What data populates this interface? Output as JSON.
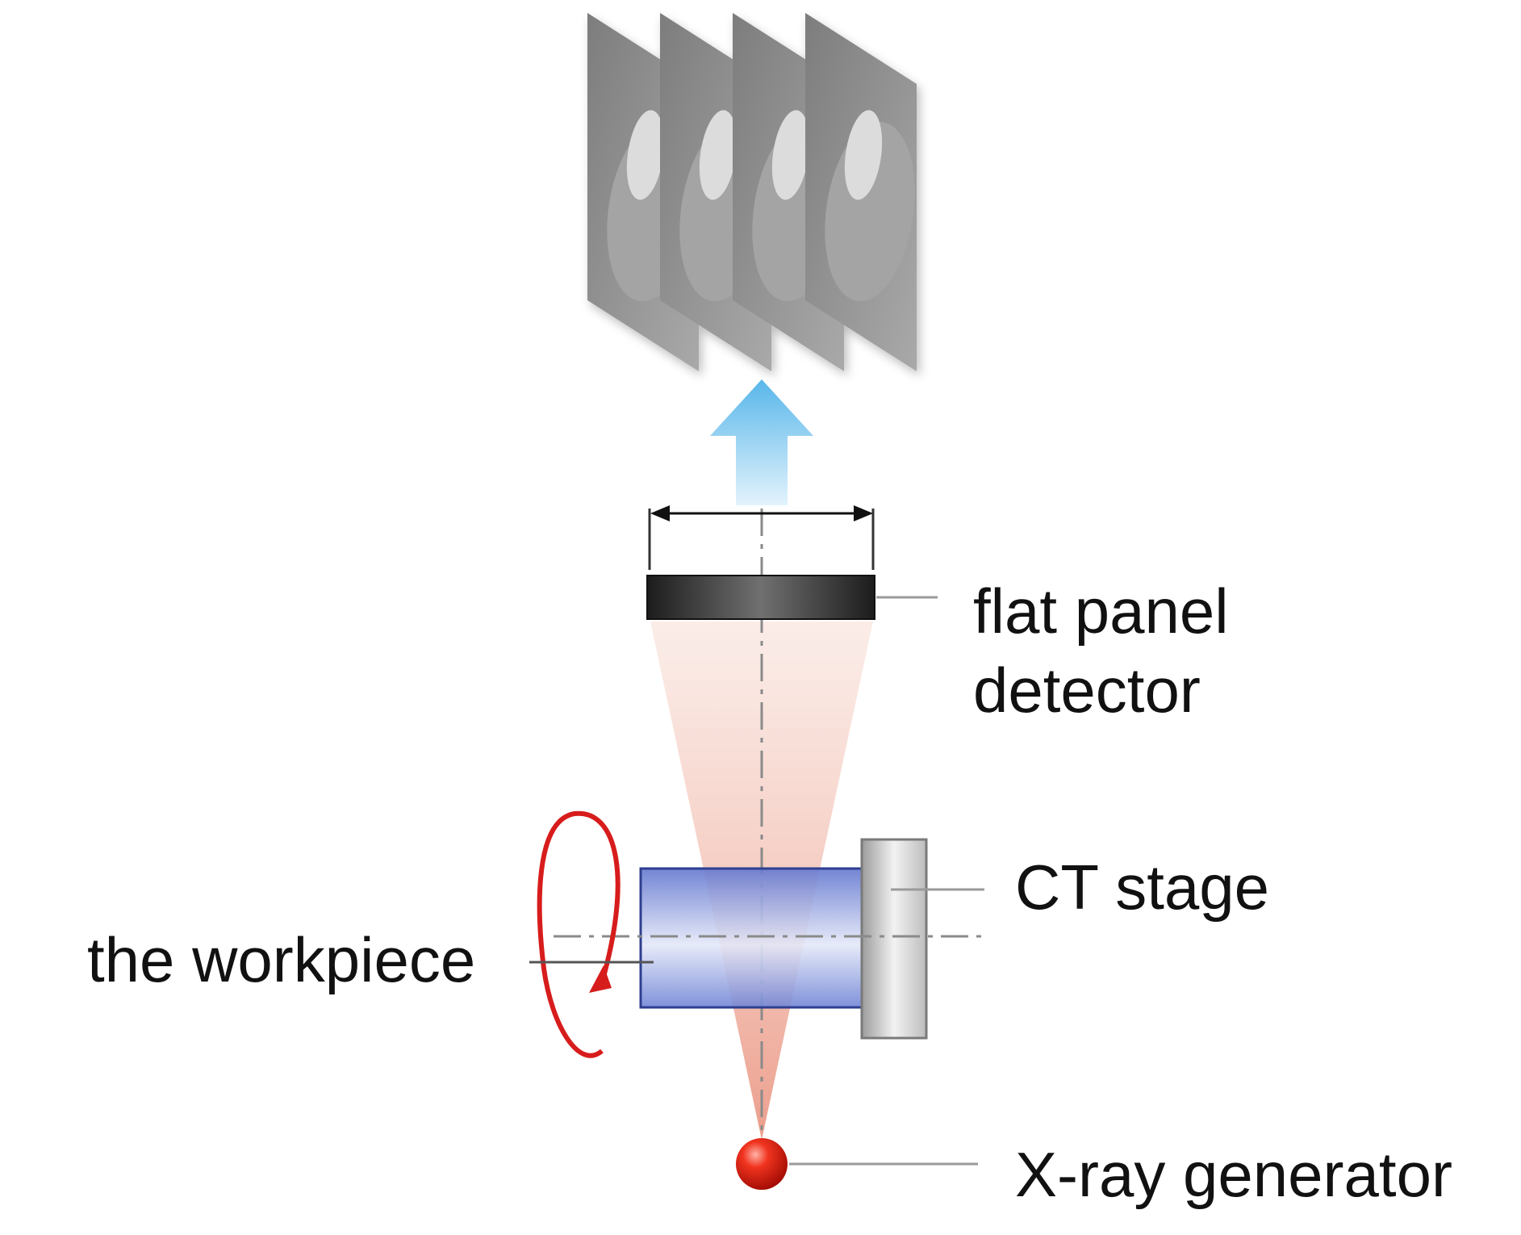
{
  "labels": {
    "detector_line1": "flat panel",
    "detector_line2": "detector",
    "ct_stage": "CT stage",
    "workpiece": "the workpiece",
    "xray_generator": "X-ray generator"
  },
  "colors": {
    "projection_panel": "#8e8e8e",
    "upload_arrow": "#7fc9ef",
    "detector_bar": "#2a2a2a",
    "xray_beam": "#f2b9a8",
    "workpiece": "#6f83d6",
    "ct_stage": "#c4c4c4",
    "rotation_arrow": "#d71c1c",
    "xray_source": "#e21b10",
    "leader_line": "#9a9a9a"
  },
  "icons": {
    "projections": "stacked-projection-images",
    "output_arrow": "up-arrow",
    "rotation": "rotation-arrow",
    "source": "red-sphere"
  }
}
